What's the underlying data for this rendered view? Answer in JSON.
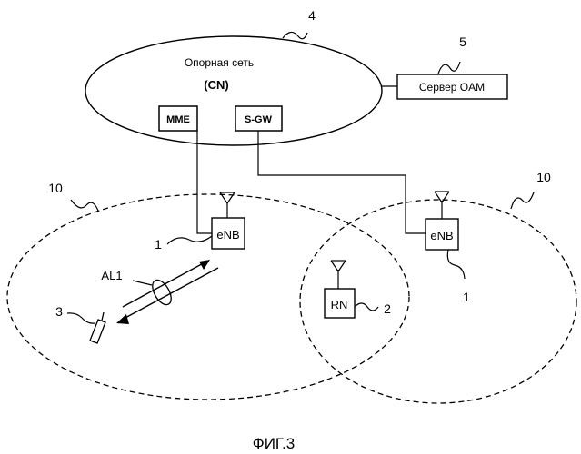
{
  "core_network": {
    "ref": "4",
    "title": "Опорная сеть",
    "abbr": "(CN)",
    "mme_label": "MME",
    "sgw_label": "S-GW"
  },
  "oam_server": {
    "ref": "5",
    "label": "Сервер OAM"
  },
  "cells": {
    "left_ref": "10",
    "right_ref": "10"
  },
  "enb_left": {
    "label": "eNB",
    "ref": "1"
  },
  "enb_right": {
    "label": "eNB",
    "ref": "1"
  },
  "relay_node": {
    "label": "RN",
    "ref": "2"
  },
  "user_terminal": {
    "ref": "3"
  },
  "access_link": {
    "label": "AL1"
  },
  "caption": "ФИГ.3"
}
